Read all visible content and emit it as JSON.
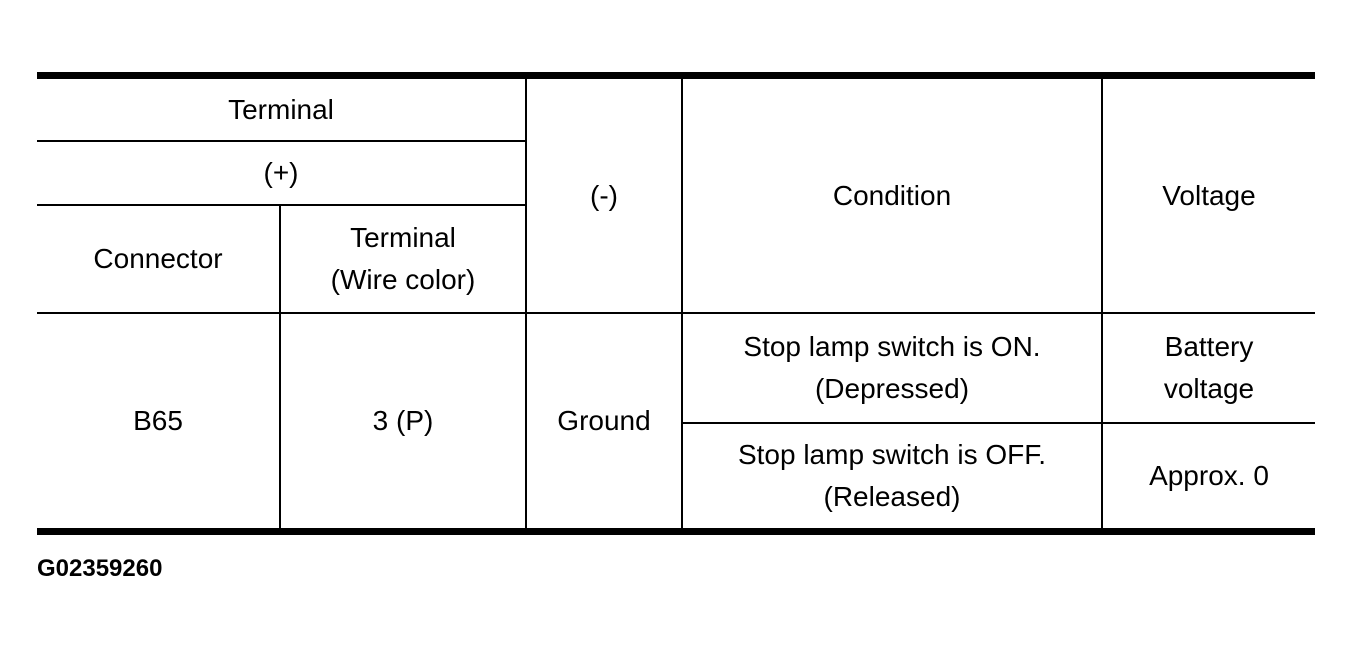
{
  "figure_id": "G02359260",
  "table": {
    "header": {
      "terminal_group": "Terminal",
      "plus_group": "(+)",
      "connector": "Connector",
      "terminal_wire_color": "Terminal\n(Wire color)",
      "minus": "(-)",
      "condition": "Condition",
      "voltage": "Voltage"
    },
    "row": {
      "connector": "B65",
      "terminal": "3 (P)",
      "minus": "Ground",
      "conditions": [
        {
          "condition": "Stop lamp switch is ON.\n(Depressed)",
          "voltage": "Battery\nvoltage"
        },
        {
          "condition": "Stop lamp switch is OFF.\n(Released)",
          "voltage": "Approx. 0"
        }
      ]
    }
  }
}
